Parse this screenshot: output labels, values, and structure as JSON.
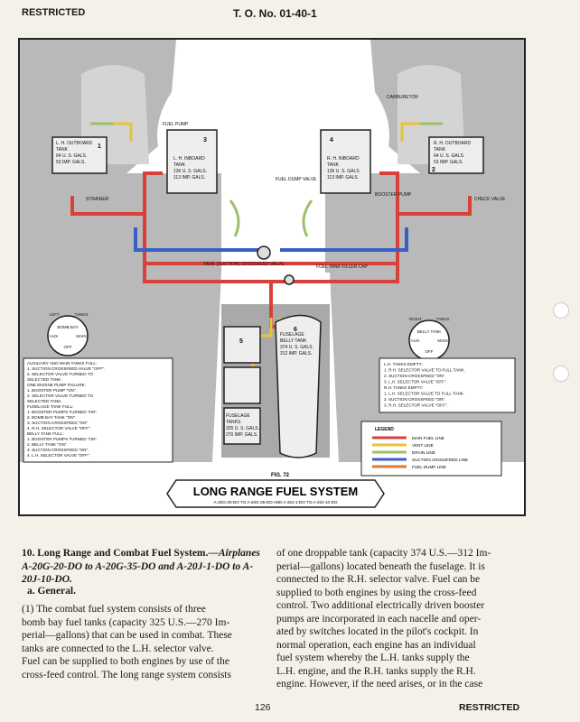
{
  "header": {
    "left": "RESTRICTED",
    "center": "T. O. No. 01-40-1"
  },
  "figure": {
    "fig_no": "FIG. 72",
    "title": "LONG RANGE FUEL SYSTEM",
    "subtitle": "A-20G-20-DO TO A-20G-35-DO AND A-20J-1-DO TO A-20J-10-DO",
    "labels": {
      "lh_outboard": [
        "L. H. OUTBOARD",
        "TANK",
        "64 U. S. GALS.",
        "53 IMP. GALS."
      ],
      "lh_inboard": [
        "L. H. INBOARD",
        "TANK",
        "136 U. S. GALS.",
        "113 IMP. GALS."
      ],
      "rh_inboard": [
        "R. H. INBOARD",
        "TANK",
        "136 U. S. GALS.",
        "113 IMP. GALS."
      ],
      "rh_outboard": [
        "R. H. OUTBOARD",
        "TANK",
        "64 U. S. GALS.",
        "53 IMP. GALS."
      ],
      "fuel_pump": "FUEL\nPUMP",
      "carburetor": "CARBURETOR",
      "strainer": "STRAINER",
      "fuel_dump": "FUEL DUMP\nVALVE",
      "booster": "BOOSTER\nPUMP",
      "check_valve": "CHECK VALVE",
      "crossfeed": "TANK (SUCTION)\nCROSSFEED VALVE",
      "filler_cap": "FUEL TANK\nFILLER CAP",
      "fuselage_belly": [
        "FUSELAGE",
        "BELLY TANK",
        "374 U. S. GALS.",
        "312 IMP. GALS."
      ],
      "fuselage_tanks": [
        "FUSELAGE",
        "TANKS",
        "325 U. S. GALS.",
        "270 IMP. GALS."
      ],
      "tank_numbers": [
        "1",
        "2",
        "3",
        "4",
        "5",
        "6"
      ]
    },
    "selector_left": {
      "top": "BOMB\nBAY",
      "left_top": "LEFT",
      "right_top": "TANKS",
      "left": "AUX.",
      "right": "MAIN",
      "bottom": "OFF"
    },
    "selector_right": {
      "top": "BELLY\nTANK",
      "left_top": "RIGHT",
      "right_top": "TANKS",
      "left": "AUX.",
      "right": "MAIN",
      "bottom": "OFF"
    },
    "left_notes": [
      "AUXILIARY AND MAIN TANKS FULL:",
      "1.  SUCTION CROSSFEED VALVE \"OFF\".",
      "2.  SELECTOR VALVE TURNED TO",
      "     SELECTED TANK.",
      "ONE ENGINE PUMP FAILURE:",
      "1.  BOOSTER PUMP \"ON\".",
      "2.  SELECTOR VALVE TURNED TO",
      "     SELECTED TANK.",
      "FUSELAGE TANK FULL:",
      "1.  BOOSTER PUMPS TURNED \"ON\".",
      "2.  BOMB BAY TANK \"ON\".",
      "3.  SUCTION CROSSFEED \"ON\".",
      "4.  R.H. SELECTOR VALVE \"OFF\".",
      "BELLY TANK FULL:",
      "1.  BOOSTER PUMPS TURNED \"ON\".",
      "2.  BELLY TANK \"ON\".",
      "3.  SUCTION CROSSFEED \"ON\".",
      "4.  L.H. SELECTOR VALVE \"OFF\"."
    ],
    "right_notes": [
      "L.H. TANKS EMPTY:",
      "1.  R.H. SELECTOR VALVE TO FULL TANK.",
      "2.  SUCTION CROSSFEED \"ON\".",
      "3.  L.H. SELECTOR VALVE \"OFF\".",
      "R.H. TANKS EMPTY:",
      "1.  L.H. SELECTOR VALVE TO FULL TANK.",
      "2.  SUCTION CROSSFEED \"ON\".",
      "3.  R.H. SELECTOR VALVE \"OFF\"."
    ],
    "legend": {
      "title": "LEGEND",
      "items": [
        {
          "label": "MAIN FUEL LINE",
          "color": "#d8413a"
        },
        {
          "label": "VENT LINE",
          "color": "#e8c33a"
        },
        {
          "label": "DRAIN LINE",
          "color": "#9fbf6b"
        },
        {
          "label": "SUCTION CROSSFEED LINE",
          "color": "#3a5fc4"
        },
        {
          "label": "FUEL DUMP LINE",
          "color": "#e07a2f"
        }
      ]
    }
  },
  "body": {
    "heading": "10. Long Range and Combat Fuel System.—",
    "heading_italic": "Airplanes A-20G-20-DO to A-20G-35-DO and A-20J-1-DO to A-20J-10-DO.",
    "sub": "a. General.",
    "left_lines": [
      "(1) The combat fuel system consists of three",
      "bomb bay fuel tanks (capacity 325 U.S.—270 Im-",
      "perial—gallons) that can be used in combat. These",
      "tanks are connected to the L.H. selector valve.",
      "Fuel can be supplied to both engines by use of the",
      "cross-feed control. The long range system consists"
    ],
    "right_lines": [
      "of one droppable tank (capacity 374 U.S.—312 Im-",
      "perial—gallons) located beneath the fuselage. It is",
      "connected to the R.H. selector valve. Fuel can be",
      "supplied to both engines by using the cross-feed",
      "control. Two additional electrically driven booster",
      "pumps are incorporated in each nacelle and oper-",
      "ated by switches located in the pilot's cockpit. In",
      "normal operation, each engine has an individual",
      "fuel system whereby the L.H. tanks supply the",
      "L.H. engine, and the R.H. tanks supply the R.H.",
      "engine. However, if the need arises, or in the case"
    ]
  },
  "footer": {
    "page": "126",
    "right": "RESTRICTED"
  }
}
